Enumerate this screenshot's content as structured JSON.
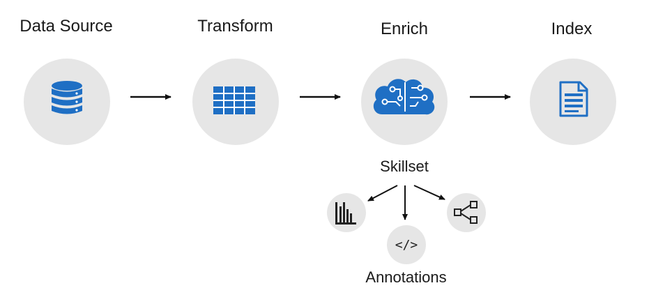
{
  "stages": [
    {
      "id": "data-source",
      "label": "Data Source",
      "icon": "database-icon"
    },
    {
      "id": "transform",
      "label": "Transform",
      "icon": "table-grid-icon"
    },
    {
      "id": "enrich",
      "label": "Enrich",
      "icon": "brain-cloud-icon"
    },
    {
      "id": "index",
      "label": "Index",
      "icon": "document-icon"
    }
  ],
  "skillset": {
    "label": "Skillset",
    "outputs": [
      {
        "id": "chart",
        "icon": "bar-chart-icon"
      },
      {
        "id": "code",
        "icon": "code-icon",
        "glyph": "</>"
      },
      {
        "id": "graph",
        "icon": "hierarchy-icon"
      }
    ]
  },
  "annotations_label": "Annotations",
  "colors": {
    "accent": "#1f6fc4",
    "circle": "#e6e6e6",
    "arrow": "#111111"
  }
}
